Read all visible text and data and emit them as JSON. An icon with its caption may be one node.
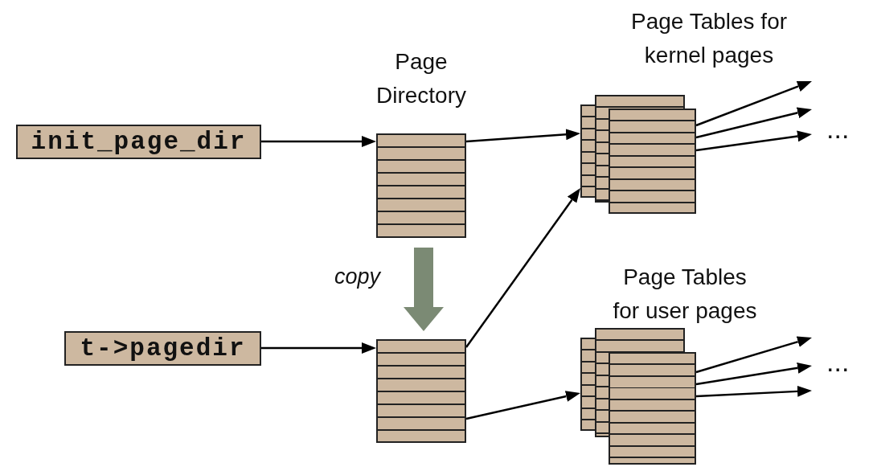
{
  "diagram": {
    "nodes": [
      {
        "text": [
          "init_page_dir"
        ]
      },
      {
        "text": [
          "Page Directory"
        ]
      },
      {
        "text": [],
        "shape": "box"
      },
      {
        "text": [
          "t->pagedir"
        ]
      },
      {
        "text": [
          "Page Tables for kernel pages"
        ]
      },
      {
        "text": [
          "Page Tables for user pages"
        ]
      }
    ],
    "edges": [
      {
        "from": 0,
        "to": 1,
        "arrow": "to"
      },
      {
        "from": 1,
        "to": 4,
        "arrow": "to"
      },
      {
        "from": 1,
        "to": 2,
        "arrow": "to",
        "label": "copy",
        "style": "thick",
        "color": "#7b8a74"
      },
      {
        "from": 3,
        "to": 2,
        "arrow": "to"
      },
      {
        "from": 2,
        "to": 4,
        "arrow": "to"
      },
      {
        "from": 2,
        "to": 5,
        "arrow": "to"
      },
      {
        "from": 4,
        "to": null,
        "arrow": "to"
      },
      {
        "from": 4,
        "to": null,
        "arrow": "to"
      },
      {
        "from": 4,
        "to": null,
        "arrow": "to"
      },
      {
        "from": 5,
        "to": null,
        "arrow": "to"
      },
      {
        "from": 5,
        "to": null,
        "arrow": "to"
      },
      {
        "from": 5,
        "to": null,
        "arrow": "to"
      }
    ],
    "labels": [
      "...",
      "..."
    ]
  }
}
